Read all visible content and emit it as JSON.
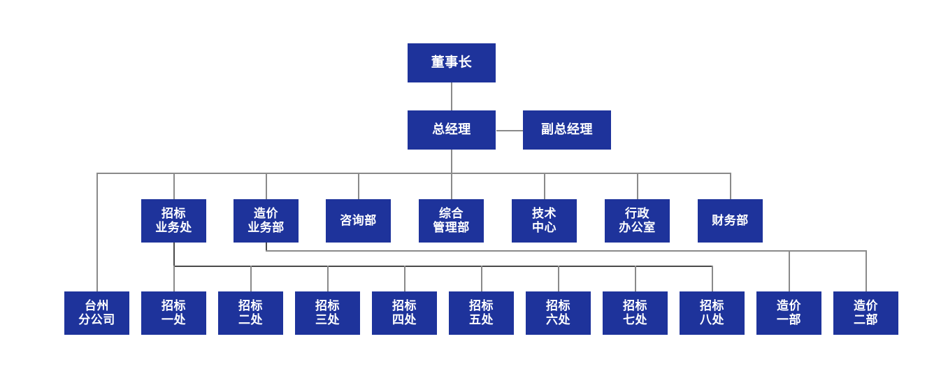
{
  "chart_data": {
    "type": "diagram",
    "subtype": "organizational-chart",
    "title": "",
    "orientation": "top-down",
    "box_color": "#1e339b",
    "text_color": "#ffffff",
    "line_color": "#8a8a8a",
    "background": "#ffffff",
    "levels": [
      {
        "level": 1,
        "nodes": [
          "董事长"
        ]
      },
      {
        "level": 2,
        "nodes": [
          "总经理",
          "副总经理"
        ]
      },
      {
        "level": 3,
        "nodes": [
          "招标业务处",
          "造价业务部",
          "咨询部",
          "综合管理部",
          "技术中心",
          "行政办公室",
          "财务部"
        ]
      },
      {
        "level": 4,
        "nodes": [
          "台州分公司",
          "招标一处",
          "招标二处",
          "招标三处",
          "招标四处",
          "招标五处",
          "招标六处",
          "招标七处",
          "招标八处",
          "造价一部",
          "造价二部"
        ]
      }
    ],
    "edges": [
      {
        "from": "董事长",
        "to": "总经理"
      },
      {
        "from": "总经理",
        "to": "副总经理"
      },
      {
        "from": "总经理",
        "to": "招标业务处"
      },
      {
        "from": "总经理",
        "to": "造价业务部"
      },
      {
        "from": "总经理",
        "to": "咨询部"
      },
      {
        "from": "总经理",
        "to": "综合管理部"
      },
      {
        "from": "总经理",
        "to": "技术中心"
      },
      {
        "from": "总经理",
        "to": "行政办公室"
      },
      {
        "from": "总经理",
        "to": "财务部"
      },
      {
        "from": "总经理",
        "to": "台州分公司"
      },
      {
        "from": "招标业务处",
        "to": "招标一处"
      },
      {
        "from": "招标业务处",
        "to": "招标二处"
      },
      {
        "from": "招标业务处",
        "to": "招标三处"
      },
      {
        "from": "招标业务处",
        "to": "招标四处"
      },
      {
        "from": "招标业务处",
        "to": "招标五处"
      },
      {
        "from": "招标业务处",
        "to": "招标六处"
      },
      {
        "from": "招标业务处",
        "to": "招标七处"
      },
      {
        "from": "招标业务处",
        "to": "招标八处"
      },
      {
        "from": "造价业务部",
        "to": "造价一部"
      },
      {
        "from": "造价业务部",
        "to": "造价二部"
      }
    ]
  },
  "nodes": {
    "chairman": {
      "line1": "董事长"
    },
    "general_manager": {
      "line1": "总经理"
    },
    "deputy_general_manager": {
      "line1": "副总经理"
    },
    "dept_bidding": {
      "line1": "招标",
      "line2": "业务处"
    },
    "dept_cost": {
      "line1": "造价",
      "line2": "业务部"
    },
    "dept_consulting": {
      "line1": "咨询部"
    },
    "dept_comprehensive": {
      "line1": "综合",
      "line2": "管理部"
    },
    "dept_technology": {
      "line1": "技术",
      "line2": "中心"
    },
    "dept_admin": {
      "line1": "行政",
      "line2": "办公室"
    },
    "dept_finance": {
      "line1": "财务部"
    },
    "branch_taizhou": {
      "line1": "台州",
      "line2": "分公司"
    },
    "bidding_1": {
      "line1": "招标",
      "line2": "一处"
    },
    "bidding_2": {
      "line1": "招标",
      "line2": "二处"
    },
    "bidding_3": {
      "line1": "招标",
      "line2": "三处"
    },
    "bidding_4": {
      "line1": "招标",
      "line2": "四处"
    },
    "bidding_5": {
      "line1": "招标",
      "line2": "五处"
    },
    "bidding_6": {
      "line1": "招标",
      "line2": "六处"
    },
    "bidding_7": {
      "line1": "招标",
      "line2": "七处"
    },
    "bidding_8": {
      "line1": "招标",
      "line2": "八处"
    },
    "cost_1": {
      "line1": "造价",
      "line2": "一部"
    },
    "cost_2": {
      "line1": "造价",
      "line2": "二部"
    }
  }
}
